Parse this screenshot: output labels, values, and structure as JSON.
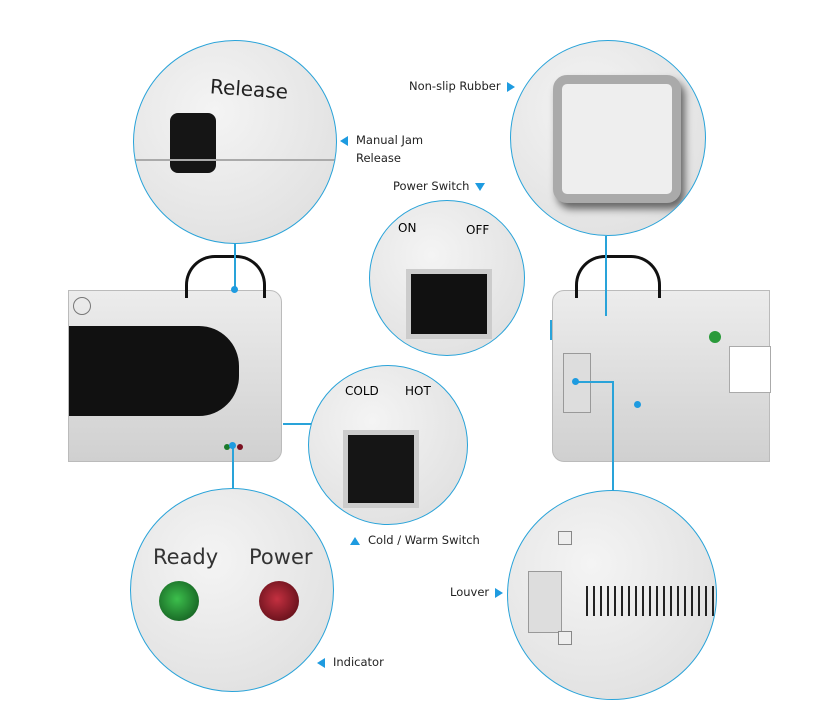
{
  "callouts": {
    "non_slip": "Non-slip Rubber",
    "jam_release_1": "Manual Jam",
    "jam_release_2": "Release",
    "power_switch": "Power Switch",
    "cold_warm": "Cold / Warm Switch",
    "louver": "Louver",
    "indicator": "Indicator"
  },
  "photo_text": {
    "release": "Release",
    "on": "ON",
    "off": "OFF",
    "cold": "COLD",
    "hot": "HOT",
    "ready": "Ready",
    "power": "Power"
  },
  "colors": {
    "accent": "#1e9be0",
    "ready_led": "#1a7a2a",
    "power_led": "#7a1020"
  }
}
